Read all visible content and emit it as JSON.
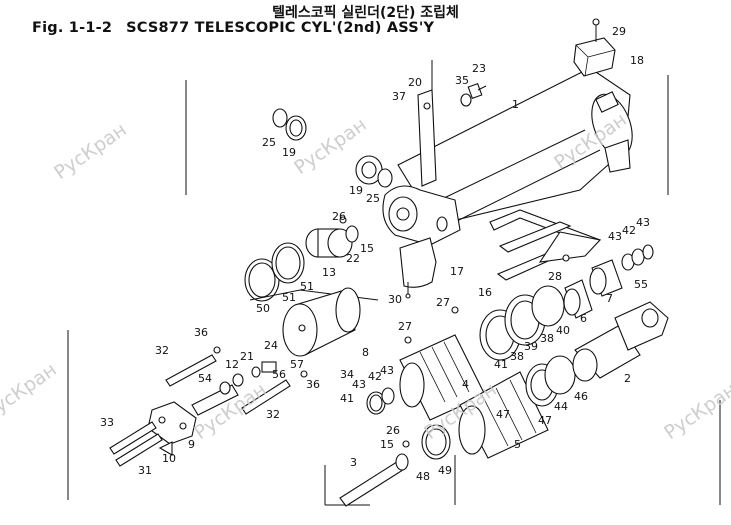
{
  "title": {
    "korean": "텔레스코픽 실린더(2단) 조립체",
    "fig_number": "Fig. 1-1-2",
    "english": "SCS877 TELESCOPIC CYL'(2nd) ASS'Y"
  },
  "watermark": "РусКран",
  "colors": {
    "line": "#111111",
    "watermark": "#c9c9c9",
    "background": "#ffffff"
  },
  "part_labels": [
    "1",
    "2",
    "3",
    "4",
    "5",
    "6",
    "7",
    "8",
    "9",
    "10",
    "12",
    "13",
    "15",
    "15",
    "16",
    "17",
    "18",
    "19",
    "19",
    "20",
    "21",
    "22",
    "23",
    "24",
    "25",
    "25",
    "26",
    "26",
    "27",
    "27",
    "28",
    "29",
    "30",
    "31",
    "32",
    "32",
    "33",
    "34",
    "35",
    "36",
    "36",
    "37",
    "38",
    "38",
    "39",
    "40",
    "41",
    "41",
    "42",
    "42",
    "43",
    "43",
    "43",
    "43",
    "44",
    "46",
    "47",
    "47",
    "48",
    "49",
    "50",
    "51",
    "51",
    "54",
    "55",
    "56",
    "57"
  ]
}
